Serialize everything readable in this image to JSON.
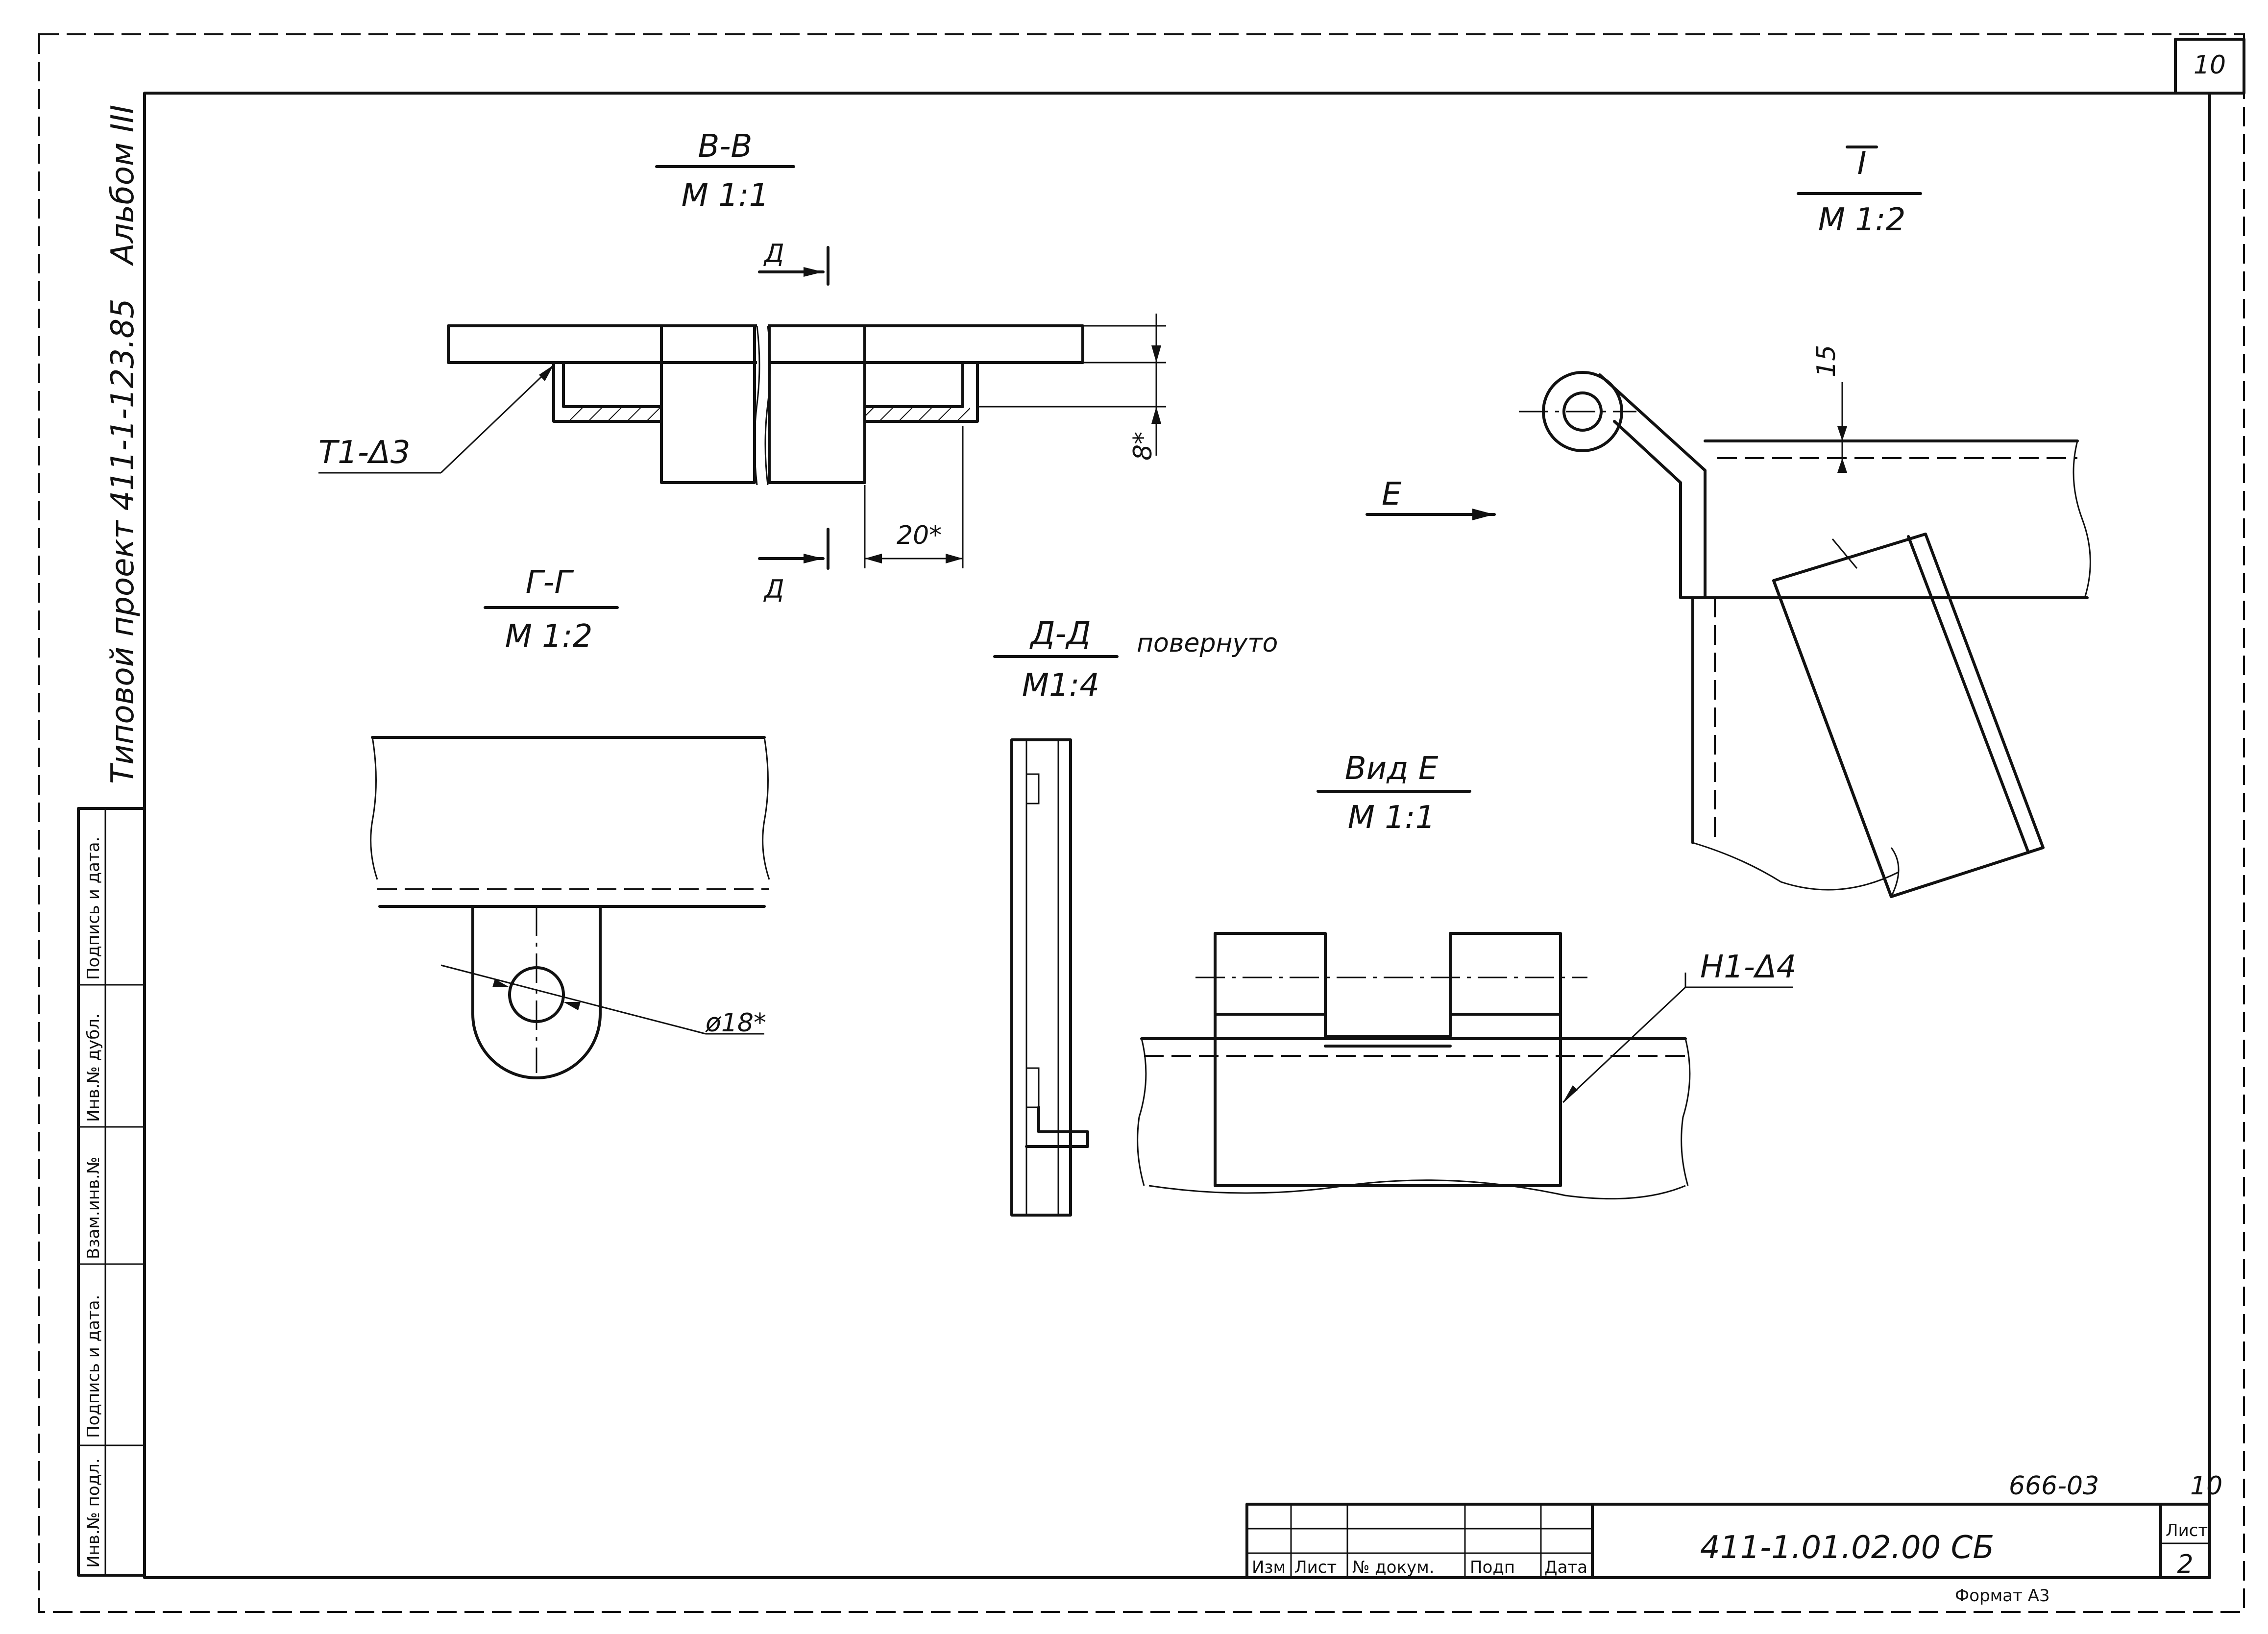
{
  "sheet": {
    "corner_number": "10",
    "side_album": "Альбом III",
    "side_project": "Типовой проект 411-1-123.85",
    "side_stamps": [
      "Инв.№ подл.",
      "Подпись и дата.",
      "Взам.инв.№",
      "Инв.№ дубл.",
      "Подпись и дата."
    ]
  },
  "views": {
    "bb": {
      "title": "В-В",
      "scale": "М 1:1",
      "mark_d": "Д",
      "leader": "Т1-Δ3",
      "dim_8": "8*",
      "dim_20": "20*"
    },
    "gg": {
      "title": "Г-Г",
      "scale": "М 1:2",
      "dim_dia": "ø18*"
    },
    "dd": {
      "title": "Д-Д",
      "scale": "М1:4",
      "note": "повернуто"
    },
    "vide": {
      "title": "Вид Е",
      "scale": "М 1:1",
      "leader": "Н1-Δ4"
    },
    "one": {
      "title": "I",
      "scale": "М 1:2",
      "dim_15": "15",
      "arrow_e": "Е"
    }
  },
  "title_block": {
    "code_top": "666-03",
    "sheet_top_num": "10",
    "designation": "411-1.01.02.00 СБ",
    "sheet_label": "Лист",
    "sheet_num": "2",
    "cols": [
      "Изм",
      "Лист",
      "№ докум.",
      "Подп",
      "Дата"
    ],
    "format": "Формат А3"
  }
}
